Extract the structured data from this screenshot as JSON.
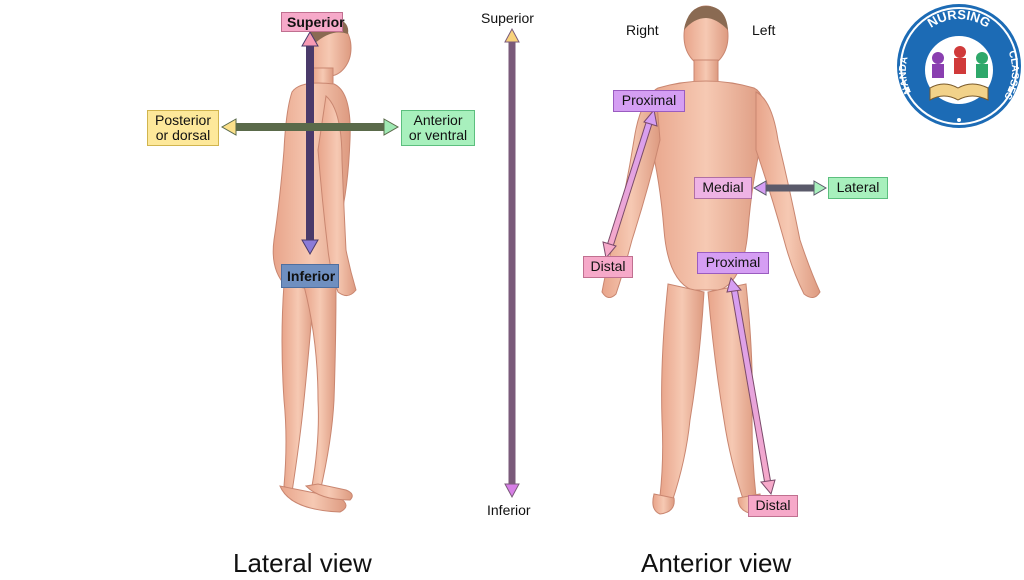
{
  "lateral": {
    "superior": "Superior",
    "inferior": "Inferior",
    "posterior_line1": "Posterior",
    "posterior_line2": "or dorsal",
    "anterior_line1": "Anterior",
    "anterior_line2": "or ventral",
    "title": "Lateral view"
  },
  "center_axis": {
    "top": "Superior",
    "bottom": "Inferior"
  },
  "anterior": {
    "right": "Right",
    "left": "Left",
    "arm_proximal": "Proximal",
    "arm_distal": "Distal",
    "medial": "Medial",
    "lateral": "Lateral",
    "leg_proximal": "Proximal",
    "leg_distal": "Distal",
    "title": "Anterior view"
  },
  "logo": {
    "text_top": "NURSING",
    "text_left": "NANDA",
    "text_right": "CLASSES",
    "icon": "book-students-logo"
  },
  "colors": {
    "skin": "#f0bca4",
    "skin_shadow": "#d9957c",
    "logo_blue": "#1c6bb5"
  }
}
